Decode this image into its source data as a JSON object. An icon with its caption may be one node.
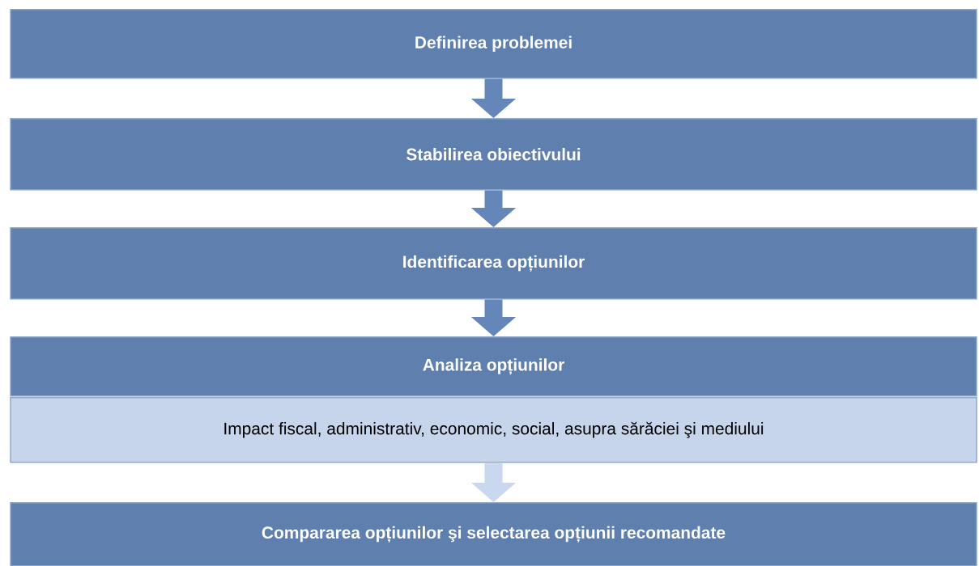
{
  "diagram": {
    "nodes": [
      {
        "text": [
          "Definirea problemei"
        ]
      },
      {
        "text": [
          "Stabilirea obiectivului"
        ]
      },
      {
        "text": [
          "Identificarea opțiunilor"
        ]
      },
      {
        "text": [
          "Analiza opțiunilor"
        ]
      },
      {
        "text": [
          "Impact fiscal, administrativ, economic, social, asupra sărăciei şi mediului"
        ]
      },
      {
        "text": [
          "Compararea opțiunilor şi selectarea opțiunii recomandate"
        ]
      }
    ],
    "edges": [
      {
        "from": 0,
        "to": 1,
        "arrow": "to"
      },
      {
        "from": 1,
        "to": 2,
        "arrow": "to"
      },
      {
        "from": 2,
        "to": 3,
        "arrow": "to"
      },
      {
        "from": 4,
        "to": 5,
        "arrow": "to",
        "color": "#c9d8ee"
      }
    ]
  }
}
